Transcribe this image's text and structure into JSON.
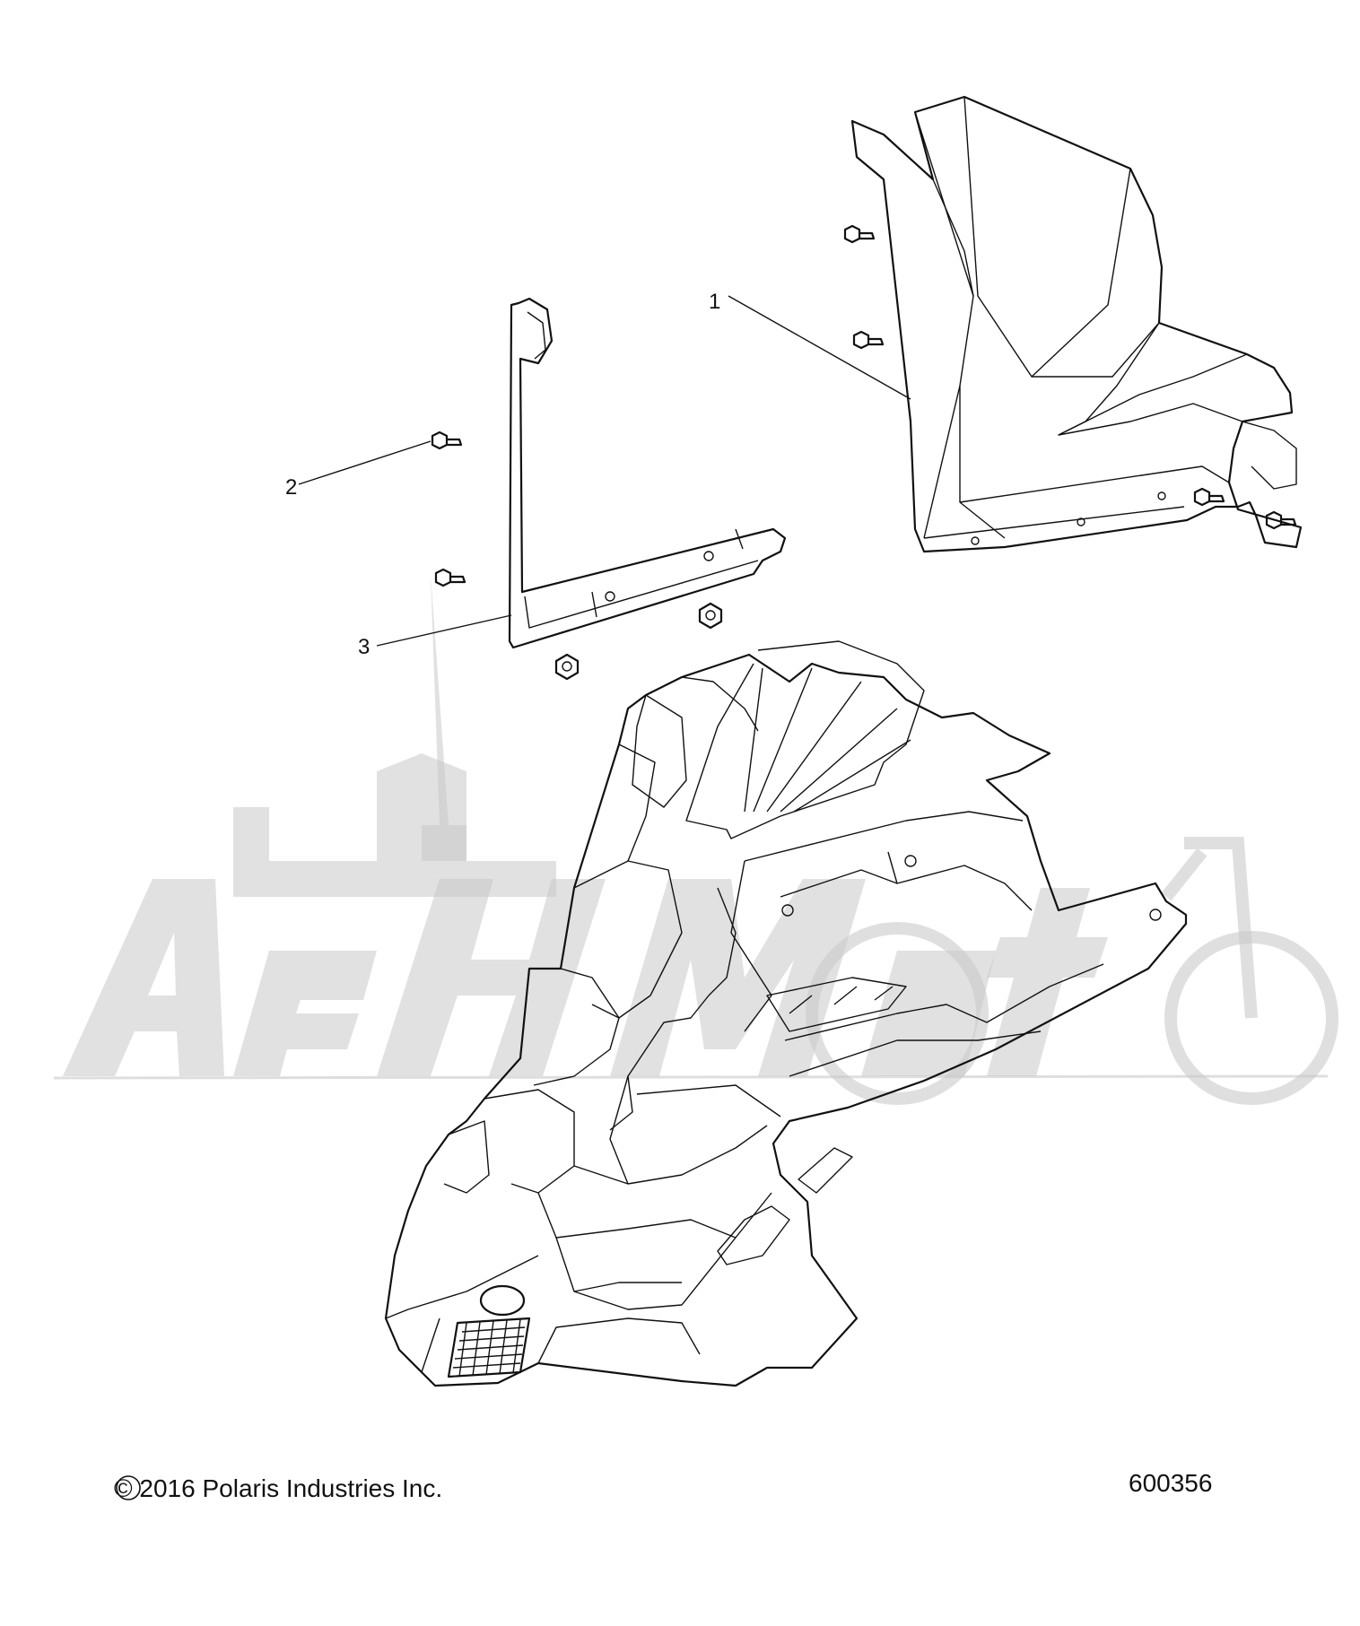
{
  "callouts": [
    {
      "label": "1"
    },
    {
      "label": "2"
    },
    {
      "label": "3"
    }
  ],
  "footer": {
    "copyright": "© 2016 Polaris Industries Inc.",
    "drawing_number": "600356"
  },
  "watermark": {
    "text": "AeHMoto"
  },
  "colors": {
    "line": "#111111",
    "watermark": "#c9c9c9",
    "background": "#ffffff"
  }
}
